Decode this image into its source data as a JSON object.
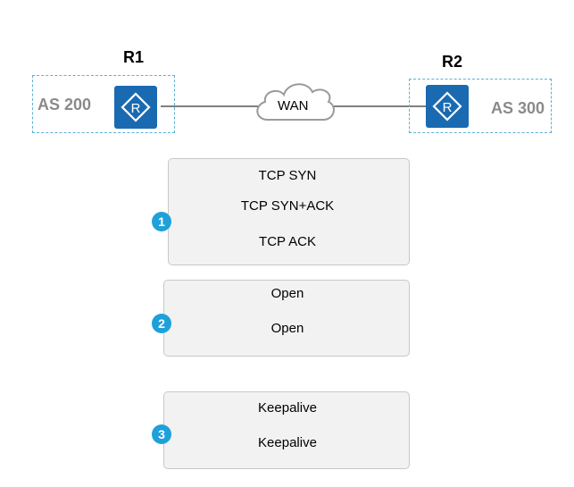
{
  "routers": {
    "r1": {
      "name": "R1",
      "as": "AS 200",
      "icon": "router-icon"
    },
    "r2": {
      "name": "R2",
      "as": "AS 300",
      "icon": "router-icon"
    }
  },
  "wan": {
    "label": "WAN",
    "icon": "cloud-icon"
  },
  "colors": {
    "forward": "#1bb35c",
    "backward": "#1f78c8",
    "badge": "#1ea1db",
    "router": "#1a6ab1"
  },
  "steps": [
    {
      "number": "1",
      "messages": [
        "TCP SYN",
        "TCP SYN+ACK",
        "TCP ACK"
      ]
    },
    {
      "number": "2",
      "messages": [
        "Open",
        "Open"
      ]
    },
    {
      "number": "3",
      "messages": [
        "Keepalive",
        "Keepalive"
      ]
    }
  ]
}
